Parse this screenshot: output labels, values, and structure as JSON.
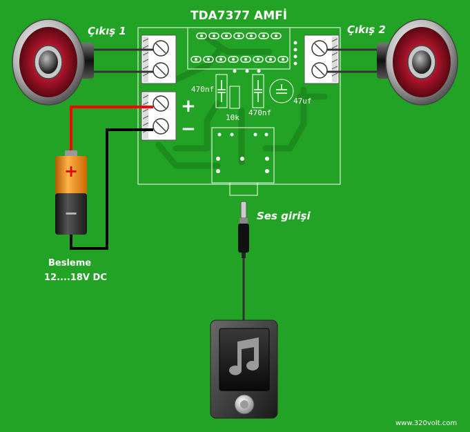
{
  "diagram": {
    "title": "TDA7377 AMFİ",
    "output_left_label": "Çıkış 1",
    "output_right_label": "Çıkış 2",
    "input_label": "Ses girişi",
    "power_label": "Besleme",
    "power_voltage": "12....18V DC",
    "plus_sign": "+",
    "minus_sign": "−",
    "battery_plus": "+",
    "battery_minus": "−",
    "cap_left": "470nf",
    "resistor": "10k",
    "cap_right": "470nf",
    "cap_elec": "47uf",
    "watermark": "www.320volt.com"
  },
  "colors": {
    "background": "#23a325",
    "trace": "#1e8f20",
    "wire_red": "#ff0000",
    "wire_black": "#000000",
    "battery_orange": "#f08a0c",
    "speaker_red": "#b0182a"
  },
  "icons": [
    "speaker-icon",
    "battery-icon",
    "audio-jack-icon",
    "music-note-icon",
    "media-player-icon",
    "screw-terminal-icon"
  ]
}
